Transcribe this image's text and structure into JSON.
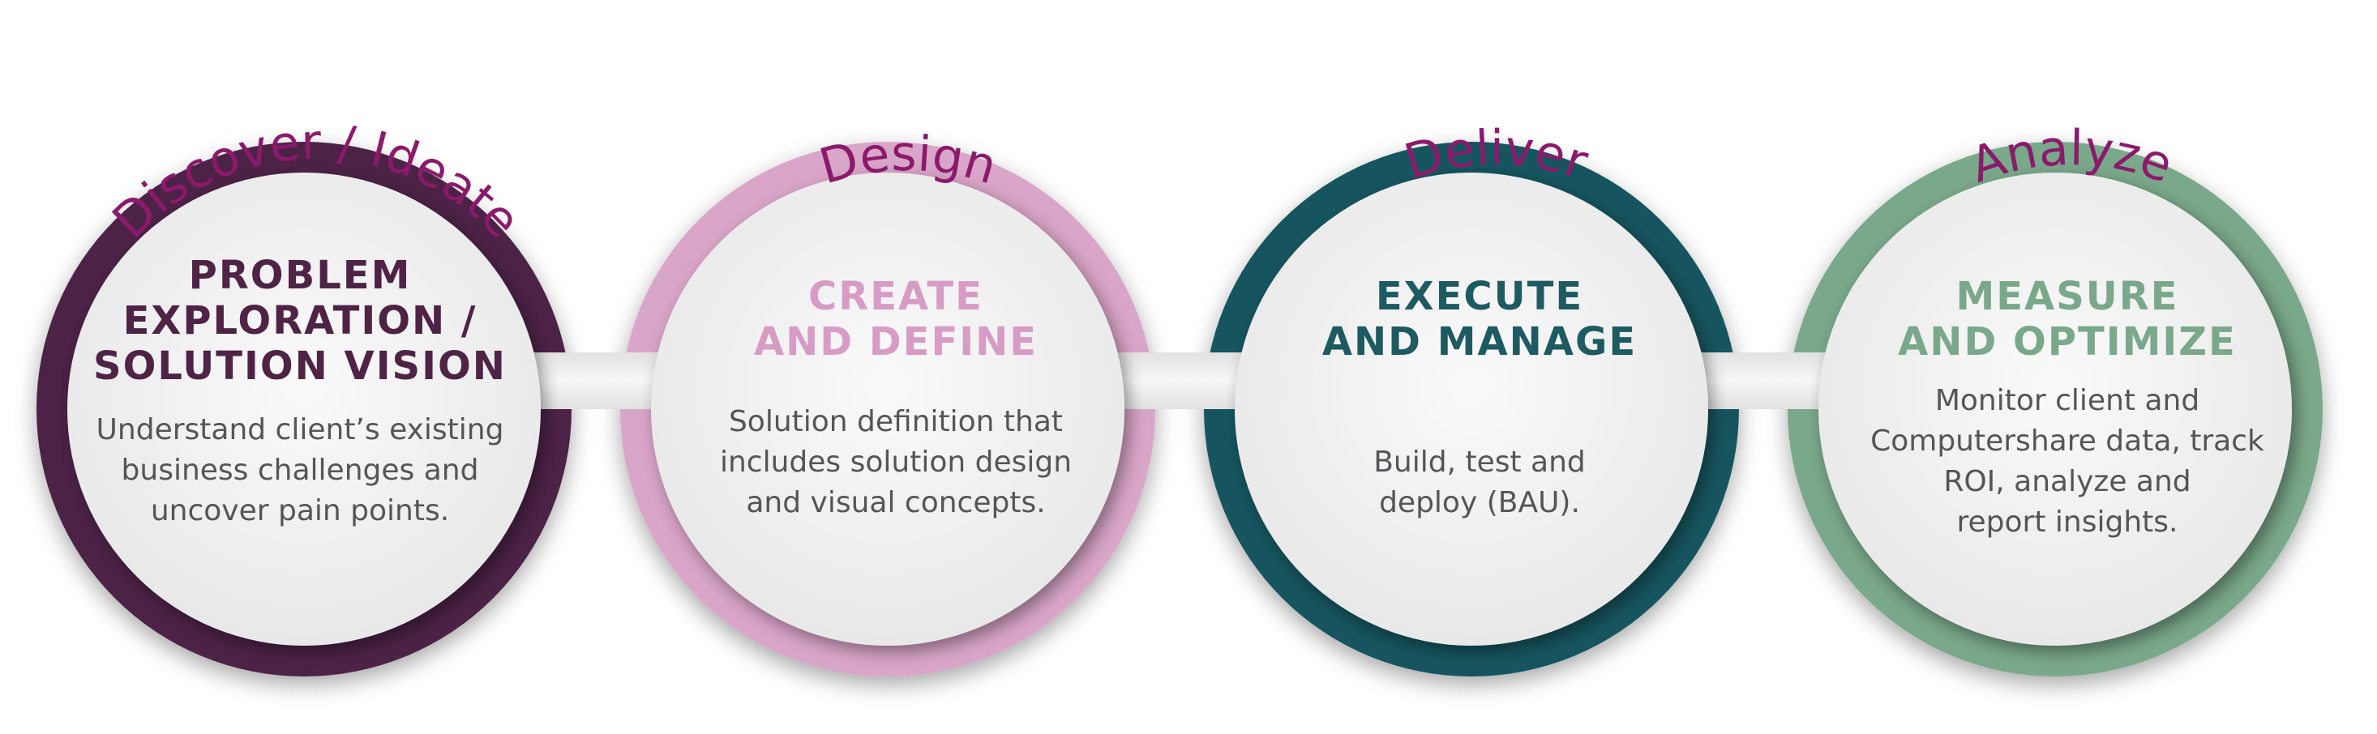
{
  "phases": [
    {
      "stage_label": "Discover / Ideate",
      "heading": "PROBLEM\nEXPLORATION /\nSOLUTION VISION",
      "description": "Understand client’s existing\nbusiness challenges and\nuncover pain points.",
      "ring_color": "#4e2346",
      "heading_color": "#4e2346"
    },
    {
      "stage_label": "Design",
      "heading": "CREATE\nAND DEFINE",
      "description": "Solution definition that\nincludes solution design\nand visual concepts.",
      "ring_color": "#d9a5c8",
      "heading_color": "#d79cc5"
    },
    {
      "stage_label": "Deliver",
      "heading": "EXECUTE\nAND MANAGE",
      "description": "Build, test and\ndeploy (BAU).",
      "ring_color": "#15555f",
      "heading_color": "#1d5a61"
    },
    {
      "stage_label": "Analyze",
      "heading": "MEASURE\nAND OPTIMIZE",
      "description": "Monitor client and\nComputershare data, track\nROI, analyze and\nreport insights.",
      "ring_color": "#7aa88a",
      "heading_color": "#7aa88a"
    }
  ],
  "colors": {
    "stage_label": "#8b1a6b",
    "disc_fill": "#f2f1f2",
    "description_text": "#555559"
  }
}
